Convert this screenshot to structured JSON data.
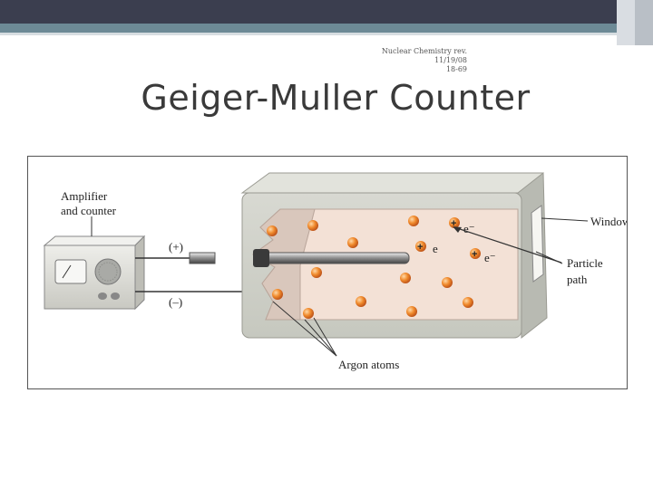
{
  "slide": {
    "note_line1": "Nuclear Chemistry rev.",
    "note_line2": "11/19/08",
    "note_line3": "18-69",
    "title": "Geiger-Muller Counter"
  },
  "diagram": {
    "amplifier_label_1": "Amplifier",
    "amplifier_label_2": "and counter",
    "plus_terminal": "(+)",
    "minus_terminal": "(–)",
    "window_label": "Window",
    "particle_label_1": "Particle",
    "particle_label_2": "path",
    "argon_label": "Argon atoms",
    "electron": "e⁻",
    "electron_plain": "e",
    "ion_sign": "+"
  }
}
